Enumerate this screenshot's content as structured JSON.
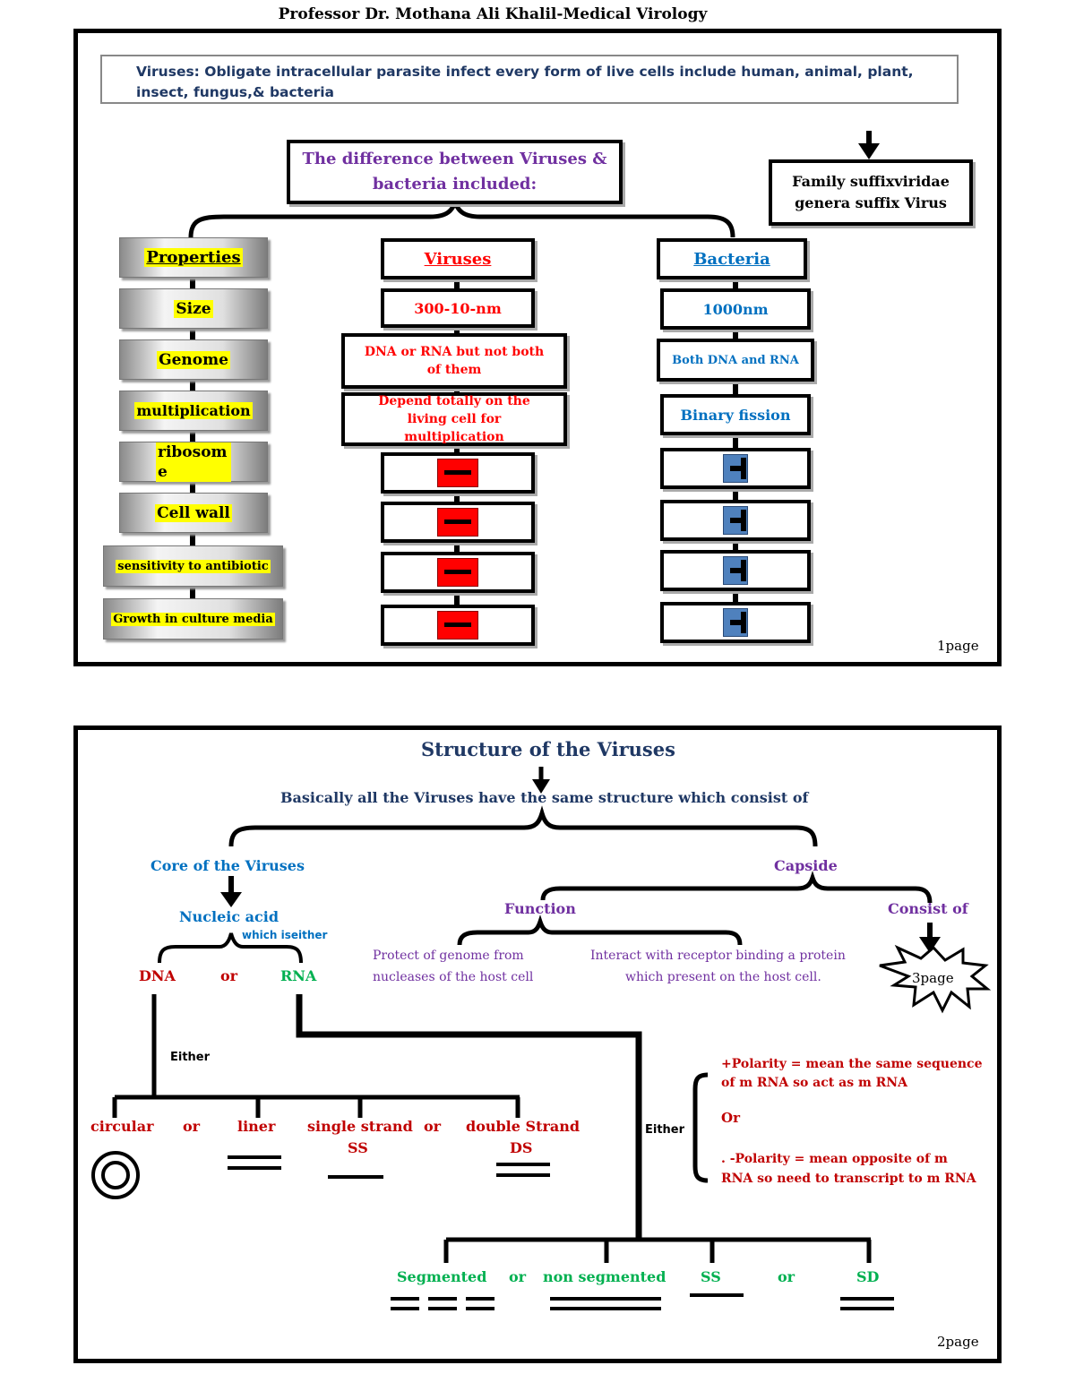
{
  "header": {
    "title": "Professor Dr. Mothana Ali Khalil-Medical Virology"
  },
  "page1": {
    "definition": "Viruses: Obligate intracellular parasite infect every form of live cells include human, animal, plant, insect, fungus,& bacteria",
    "diff_title": "The difference between Viruses & bacteria included:",
    "family_note": "Family suffixviridae genera suffix Virus",
    "properties": [
      "Properties",
      "Size",
      "Genome",
      "multiplication",
      "ribosome",
      "Cell wall",
      "sensitivity to antibiotic",
      "Growth in culture media"
    ],
    "viruses": [
      "Viruses",
      "300-10-nm",
      "DNA or RNA but not both of them",
      "Depend totally on the living cell for multiplication"
    ],
    "bacteria": [
      "Bacteria",
      "1000nm",
      "Both DNA and RNA",
      "Binary fission"
    ],
    "virus_marks": [
      "minus",
      "minus",
      "minus",
      "minus"
    ],
    "bacteria_marks": [
      "plus",
      "plus",
      "plus",
      "plus"
    ],
    "page_label": "1page"
  },
  "page2": {
    "title": "Structure of the Viruses",
    "subtitle": "Basically all the Viruses have the same structure which consist of",
    "core": "Core of the Viruses",
    "capside": "Capside",
    "nucleic": "Nucleic acid",
    "which": "which iseither",
    "dna": "DNA",
    "or": "or",
    "rna": "RNA",
    "function": "Function",
    "consist": "Consist of",
    "func1_l1": "Protect of genome from",
    "func1_l2": "nucleases of the host cell",
    "func2_l1": "Interact with receptor binding a protein",
    "func2_l2": "which present on the host cell.",
    "page3": "3page",
    "either": "Either",
    "circular": "circular",
    "liner": "liner",
    "single": "single strand",
    "ss": "SS",
    "double": "double Strand",
    "ds": "DS",
    "either2": "Either",
    "pos1": "+Polarity = mean the same sequence",
    "pos2": "of m RNA so act as m RNA",
    "or_pol": "Or",
    "neg1": ". -Polarity = mean opposite of m",
    "neg2": "RNA so need to transcript to m RNA",
    "segmented": "Segmented",
    "nonseg": "non segmented",
    "ss2": "SS",
    "sd": "SD",
    "page_label": "2page"
  },
  "colors": {
    "purple": "#7030a0",
    "red": "#ff0000",
    "dark_red": "#c00000",
    "blue": "#0070c0",
    "navy": "#1f3864",
    "green": "#00b050",
    "yellow": "#ffff00",
    "plus_blue": "#4f81bd"
  }
}
